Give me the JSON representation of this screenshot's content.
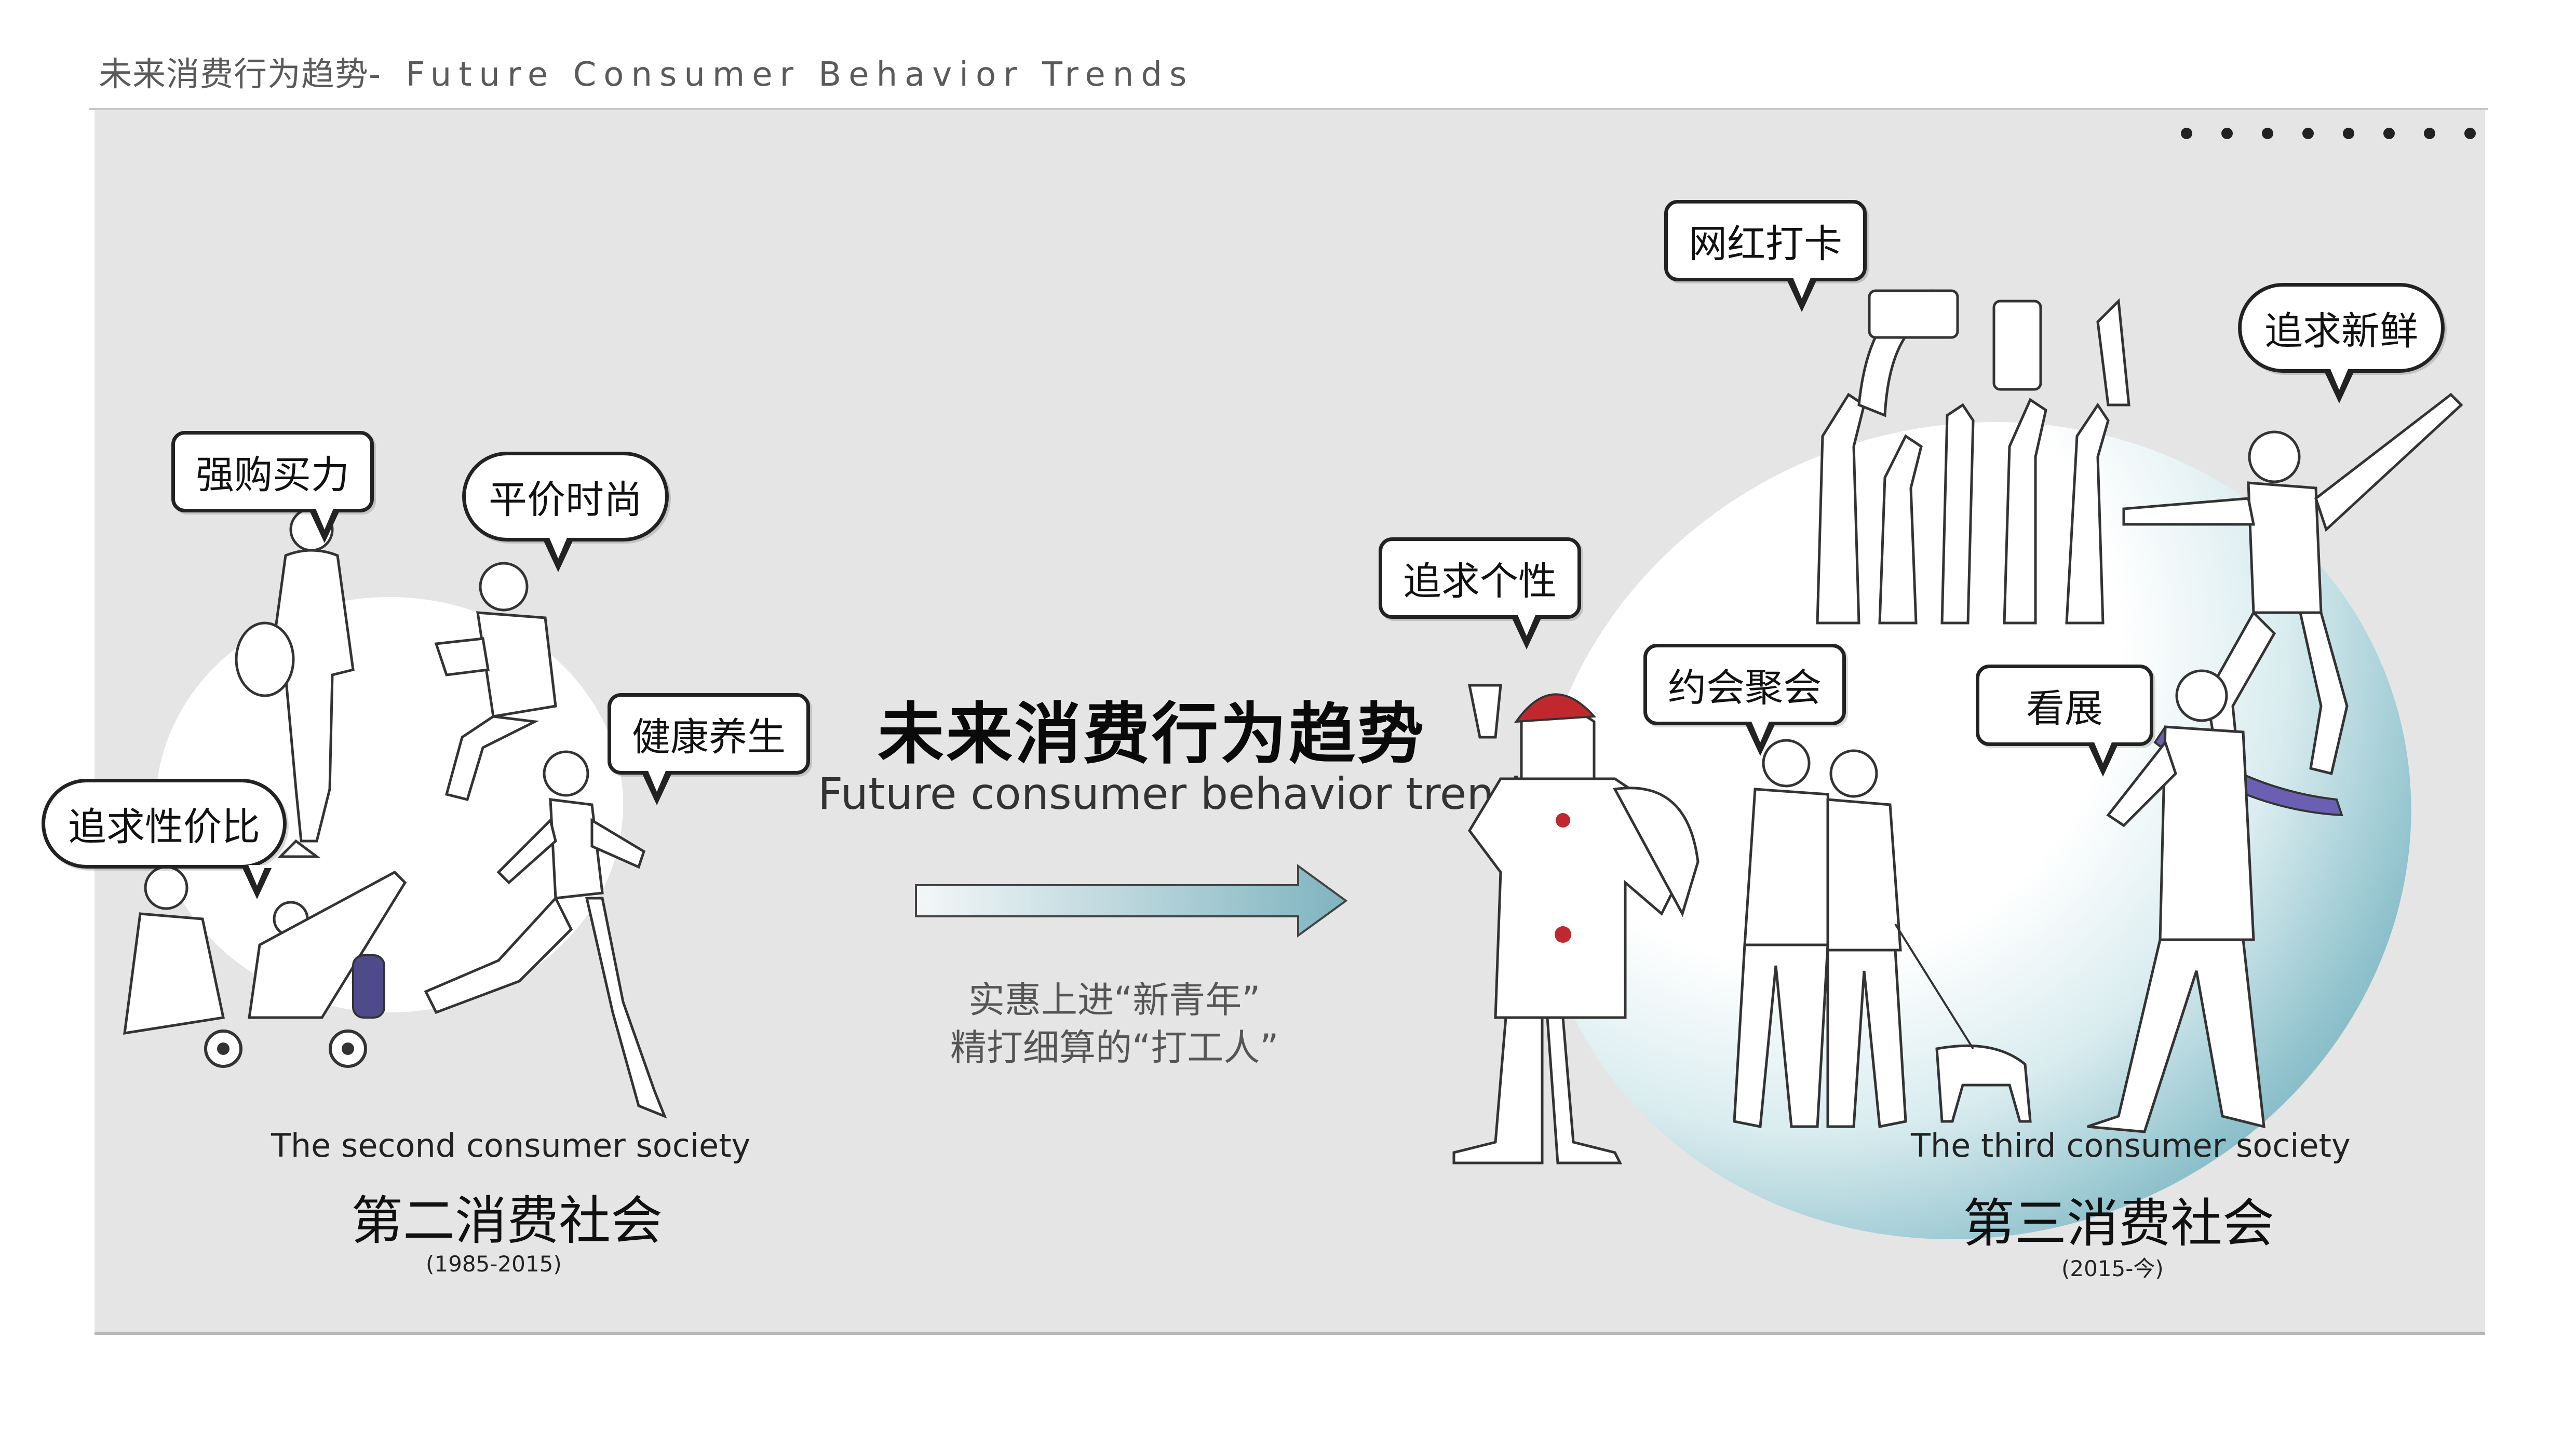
{
  "header": {
    "title_zh": "未来消费行为趋势",
    "title_en": "- Future Consumer Behavior Trends"
  },
  "center": {
    "title": "未来消费行为趋势",
    "subtitle": "Future consumer behavior trends",
    "slogan_line1": "实惠上进“新青年”",
    "slogan_line2": "精打细算的“打工人”"
  },
  "left_society": {
    "name_en": "The second consumer society",
    "name_zh": "第二消费社会",
    "years": "(1985-2015)",
    "bubbles": {
      "purchasing_power": "强购买力",
      "affordable_fashion": "平价时尚",
      "health": "健康养生",
      "value": "追求性价比"
    }
  },
  "right_society": {
    "name_en": "The third consumer society",
    "name_zh": "第三消费社会",
    "years": "(2015-今)",
    "bubbles": {
      "checkin": "网红打卡",
      "freshness": "追求新鲜",
      "individuality": "追求个性",
      "dating": "约会聚会",
      "exhibition": "看展"
    }
  },
  "colors": {
    "panel": "#e5e5e6",
    "accent_teal": "#6aaebb",
    "santa_red": "#c0282d"
  }
}
